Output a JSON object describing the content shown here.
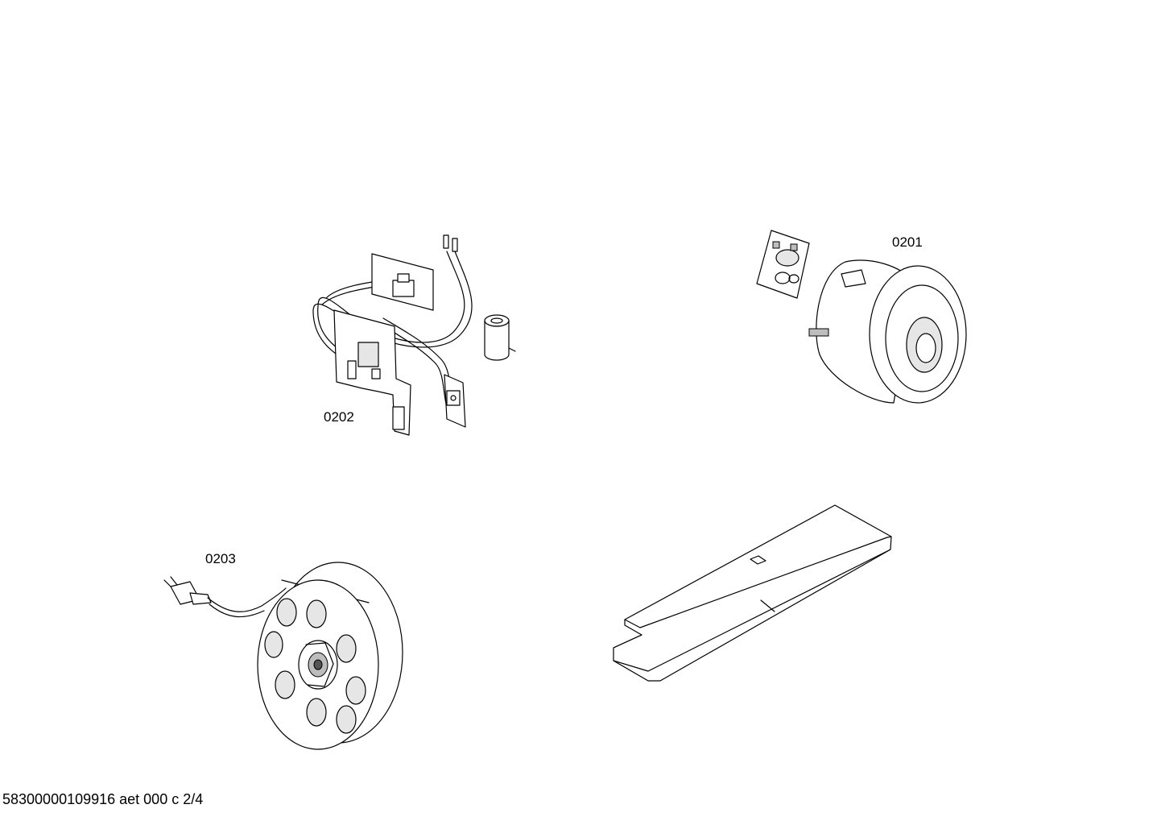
{
  "labels": {
    "part_0201": "0201",
    "part_0202": "0202",
    "part_0203": "0203"
  },
  "footer": "58300000109916 aet 000 c 2/4"
}
